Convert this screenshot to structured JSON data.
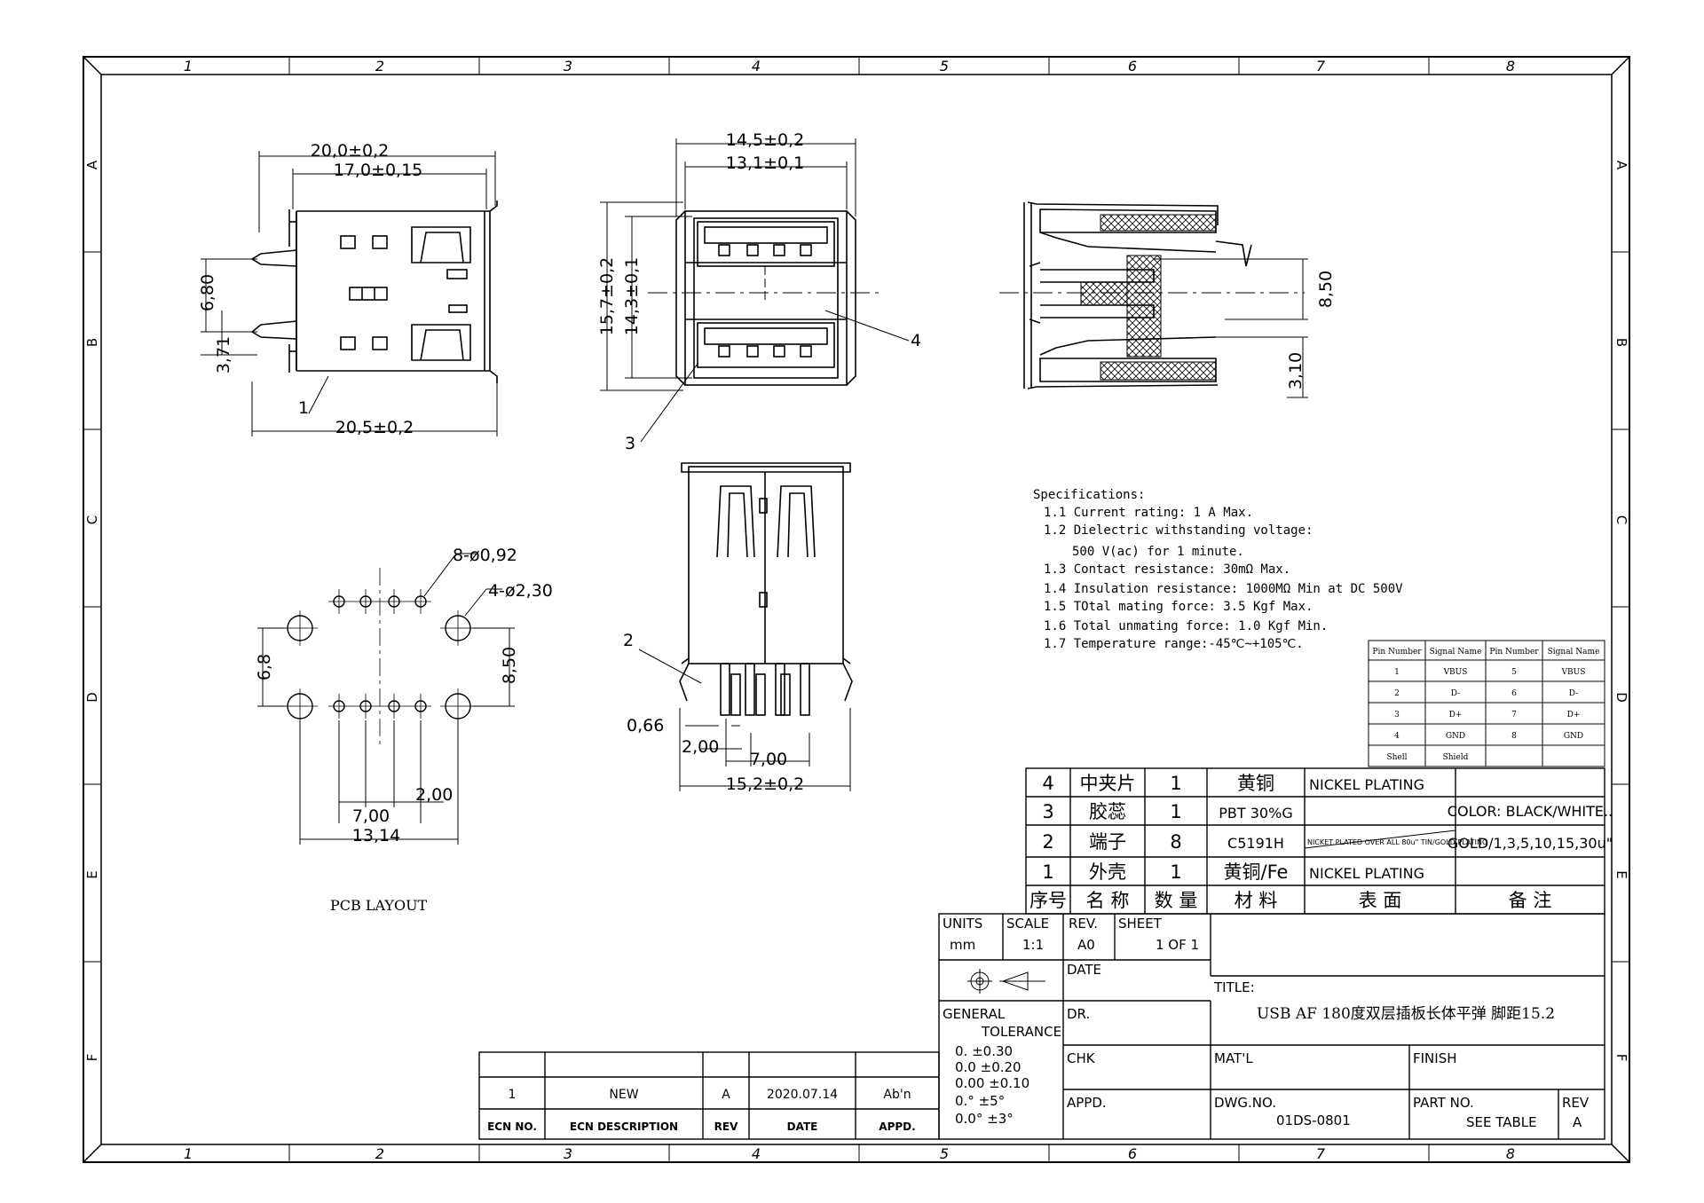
{
  "frame": {
    "columns": [
      "1",
      "2",
      "3",
      "4",
      "5",
      "6",
      "7",
      "8"
    ],
    "rows": [
      "A",
      "B",
      "C",
      "D",
      "E",
      "F"
    ]
  },
  "views": {
    "side": {
      "dims": [
        "20,0±0,2",
        "17,0±0,15",
        "6,80",
        "3,71",
        "20,5±0,2"
      ],
      "callout": "1"
    },
    "front": {
      "dims": [
        "14,5±0,2",
        "13,1±0,1",
        "15,7±0,2",
        "14,3±0,1"
      ],
      "callouts": [
        "4",
        "3"
      ]
    },
    "section": {
      "dims": [
        "8,50",
        "3,10"
      ]
    },
    "bottom": {
      "dims": [
        "0,66",
        "2,00",
        "7,00",
        "15,2±0,2"
      ],
      "callout": "2"
    },
    "pcb": {
      "label": "PCB LAYOUT",
      "dims": [
        "8-ø0,92",
        "4-ø2,30",
        "6,8",
        "8,50",
        "2,00",
        "7,00",
        "13,14"
      ]
    }
  },
  "specifications": {
    "title": "Specifications:",
    "items": [
      "1.1 Current rating: 1 A Max.",
      "1.2 Dielectric withstanding voltage:",
      "500 V(ac) for 1 minute.",
      "1.3 Contact resistance: 30mΩ Max.",
      "1.4 Insulation resistance: 1000MΩ Min at DC 500V",
      "1.5 TOtal mating force: 3.5 Kgf Max.",
      "1.6 Total unmating force: 1.0 Kgf Min.",
      "1.7 Temperature range:-45℃~+105℃."
    ]
  },
  "pin_table": {
    "headers": [
      "Pin Number",
      "Signal Name",
      "Pin Number",
      "Signal Name"
    ],
    "rows": [
      [
        "1",
        "VBUS",
        "5",
        "VBUS"
      ],
      [
        "2",
        "D-",
        "6",
        "D-"
      ],
      [
        "3",
        "D+",
        "7",
        "D+"
      ],
      [
        "4",
        "GND",
        "8",
        "GND"
      ],
      [
        "Shell",
        "Shield",
        "",
        ""
      ]
    ]
  },
  "bom": {
    "rows": [
      {
        "no": "4",
        "name": "中夹片",
        "qty": "1",
        "material": "黄铜",
        "finish": "NICKEL PLATING"
      },
      {
        "no": "3",
        "name": "胶蕊",
        "qty": "1",
        "material": "PBT 30%G",
        "finish": ""
      },
      {
        "no": "2",
        "name": "端子",
        "qty": "8",
        "material": "C5191H",
        "finish": "NICKET PLATED OVER ALL 80u\" TIN/GOLD PLATINO"
      },
      {
        "no": "1",
        "name": "外壳",
        "qty": "1",
        "material": "黄铜/Fe",
        "finish": "NICKEL PLATING"
      }
    ],
    "remark1": "COLOR: BLACK/WHITE..",
    "remark2": "GOLD/1,3,5,10,15,30u\"",
    "headers": [
      "序号",
      "名 称",
      "数 量",
      "材 料",
      "表 面",
      "备 注"
    ]
  },
  "title_block": {
    "units_label": "UNITS",
    "units": "mm",
    "scale_label": "SCALE",
    "scale": "1:1",
    "rev_label": "REV.",
    "rev": "A0",
    "sheet_label": "SHEET",
    "sheet": "1 OF 1",
    "date_label": "DATE",
    "title_label": "TITLE:",
    "title": "USB AF 180度双层插板长体平弹 脚距15.2",
    "tolerance_label1": "GENERAL",
    "tolerance_label2": "TOLERANCE",
    "tolerances": [
      "0.    ±0.30",
      "0.0   ±0.20",
      "0.00 ±0.10",
      "0.°   ±5°",
      "0.0° ±3°"
    ],
    "dr_label": "DR.",
    "chk_label": "CHK",
    "matl_label": "MAT'L",
    "finish_label": "FINISH",
    "appd_label": "APPD.",
    "dwg_label": "DWG.NO.",
    "dwg_no": "01DS-0801",
    "part_label": "PART NO.",
    "part_no": "SEE TABLE",
    "rev2_label": "REV",
    "rev2": "A"
  },
  "ecn": {
    "row": [
      "1",
      "NEW",
      "A",
      "2020.07.14",
      "Ab'n"
    ],
    "headers": [
      "ECN NO.",
      "ECN DESCRIPTION",
      "REV",
      "DATE",
      "APPD."
    ]
  }
}
